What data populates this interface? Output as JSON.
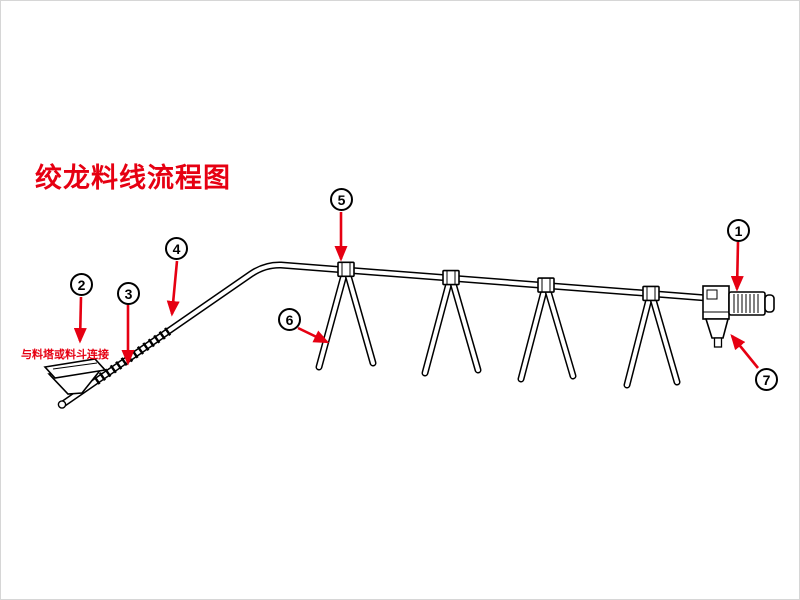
{
  "title": "绞龙料线流程图",
  "diagram": {
    "annotation": "与料塔或料斗连接",
    "callouts": [
      {
        "label": "1"
      },
      {
        "label": "2"
      },
      {
        "label": "3"
      },
      {
        "label": "4"
      },
      {
        "label": "5"
      },
      {
        "label": "6"
      },
      {
        "label": "7"
      }
    ],
    "colors": {
      "accent": "#e60012",
      "line": "#000000",
      "background": "#ffffff"
    }
  }
}
